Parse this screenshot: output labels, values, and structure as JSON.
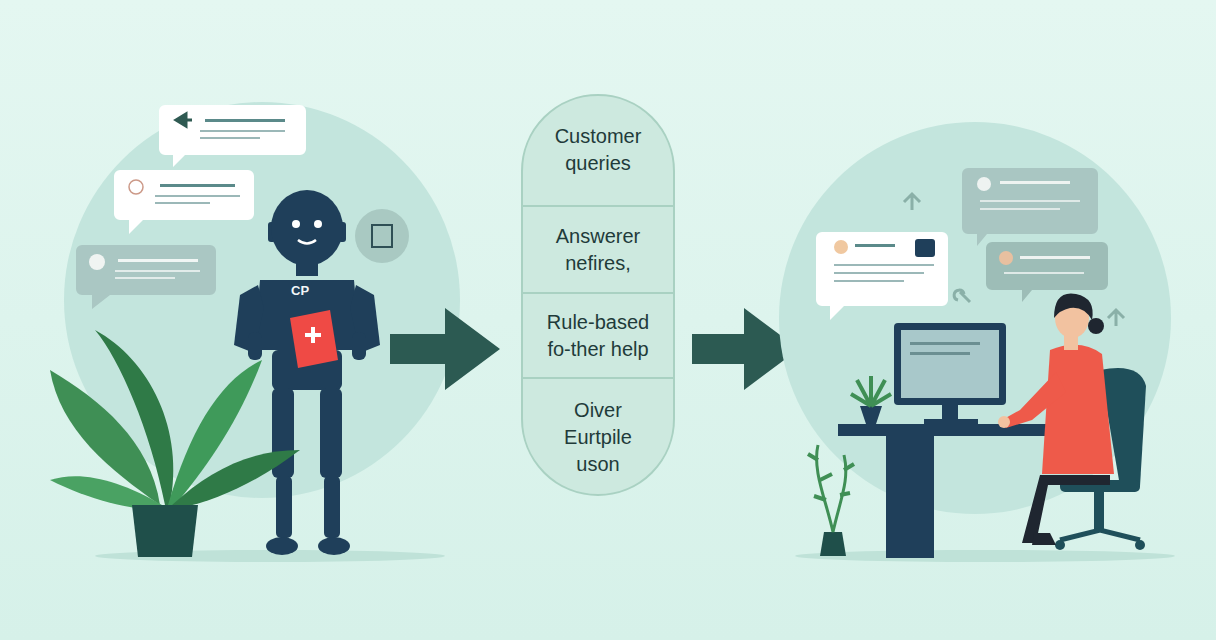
{
  "diagram": {
    "nodes": [
      {
        "text": [
          "Customer queries"
        ]
      },
      {
        "text": [
          "Answerer nefires,"
        ]
      },
      {
        "text": [
          "Rule-based fo-ther help"
        ]
      },
      {
        "text": [
          "Oiver Eurtpile uson"
        ]
      }
    ],
    "labels": [
      "CP"
    ]
  }
}
